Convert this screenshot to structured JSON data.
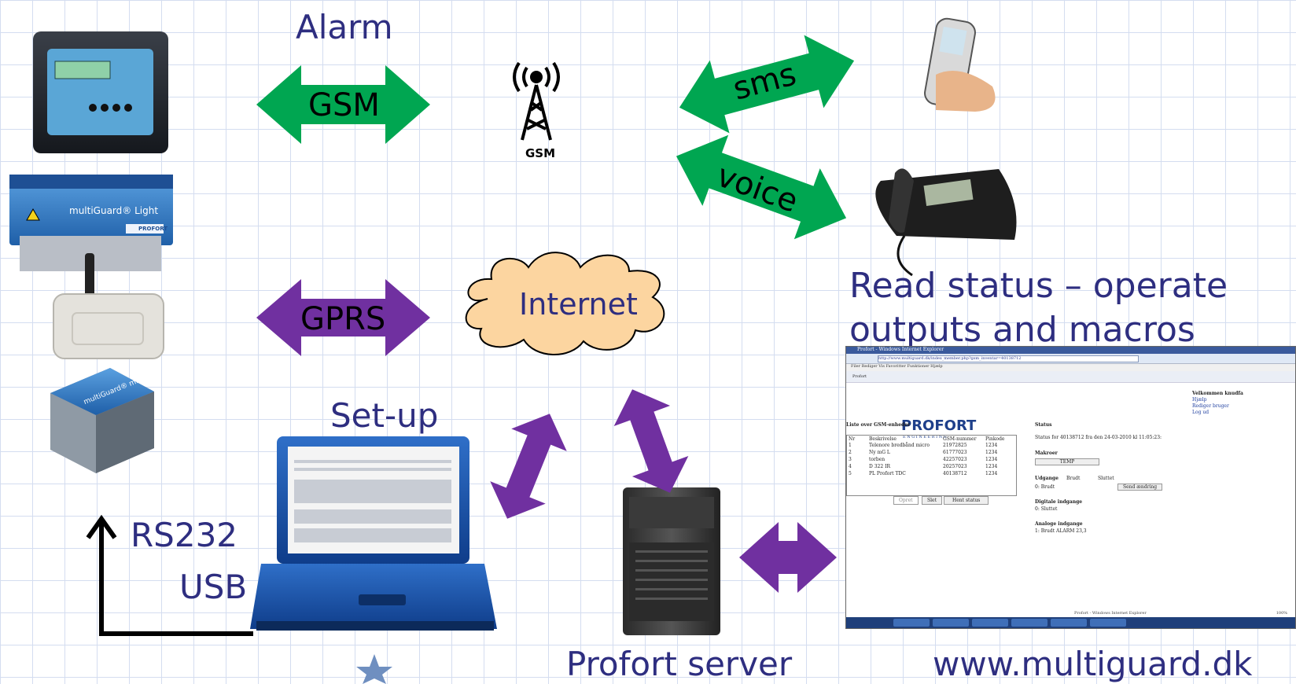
{
  "labels": {
    "alarm": "Alarm",
    "gsm_arrow": "GSM",
    "gsm_tower": "GSM",
    "sms": "sms",
    "voice": "voice",
    "gprs": "GPRS",
    "internet": "Internet",
    "setup": "Set-up",
    "read_status_line1": "Read status – operate",
    "read_status_line2": "outputs and macros",
    "rs232": "RS232",
    "usb": "USB",
    "profort_server": "Profort server",
    "website": "www.multiguard.dk"
  },
  "devices": {
    "multiguard_light": "multiGuard® Light",
    "multiguard_micro": "multiGuard® micro",
    "profort_brand": "PROFORT"
  },
  "browser": {
    "window_title": "Profort - Windows Internet Explorer",
    "url": "http://www.multiguard.dk/index_member.php?gsm_inventar=40138712",
    "menu": "Filer  Rediger  Vis  Favoritter  Funktioner  Hjælp",
    "tab": "Profort",
    "logo": "PROFORT",
    "logo_sub": "E N G I N E E R I N G",
    "welcome": "Velkommen knudfa",
    "links": [
      "Hjælp",
      "Rediger bruger",
      "Log ud"
    ],
    "list_title": "Liste over GSM-enheder",
    "headers": [
      "Nr",
      "Beskrivelse",
      "GSM-nummer",
      "Pinkode"
    ],
    "rows": [
      [
        "1",
        "Telenore bredbånd micro",
        "21972825",
        "1234"
      ],
      [
        "2",
        "Ny mG L",
        "61777023",
        "1234"
      ],
      [
        "3",
        "torben",
        "42257023",
        "1234"
      ],
      [
        "4",
        "D 322 IR",
        "20257023",
        "1234"
      ],
      [
        "5",
        "PL Profort TDC",
        "40138712",
        "1234"
      ]
    ],
    "buttons": {
      "opret": "Opret",
      "slet": "Slet",
      "hent_status": "Hent status",
      "temp": "TEMP",
      "send": "Send ændring"
    },
    "status_title": "Status",
    "status_text": "Status for 40138712 fra den 24-03-2010 kl 11:05:23:",
    "makroer": "Makroer",
    "udgange": "Udgange",
    "brudt": "Brudt",
    "sluttet": "Sluttet",
    "udgang_row": "0: Brudt",
    "digitale": "Digitale indgange",
    "digitale_row": "0: Sluttet",
    "analoge": "Analoge indgange",
    "analoge_row": "1: Brudt      ALARM 23,3",
    "statusbar": "Profort - Windows Internet Explorer",
    "zoom": "100%"
  },
  "colors": {
    "green_arrow": "#00a651",
    "purple_arrow": "#7030a0",
    "cloud_fill": "#fcd5a0",
    "label_color": "#2e2e80"
  }
}
